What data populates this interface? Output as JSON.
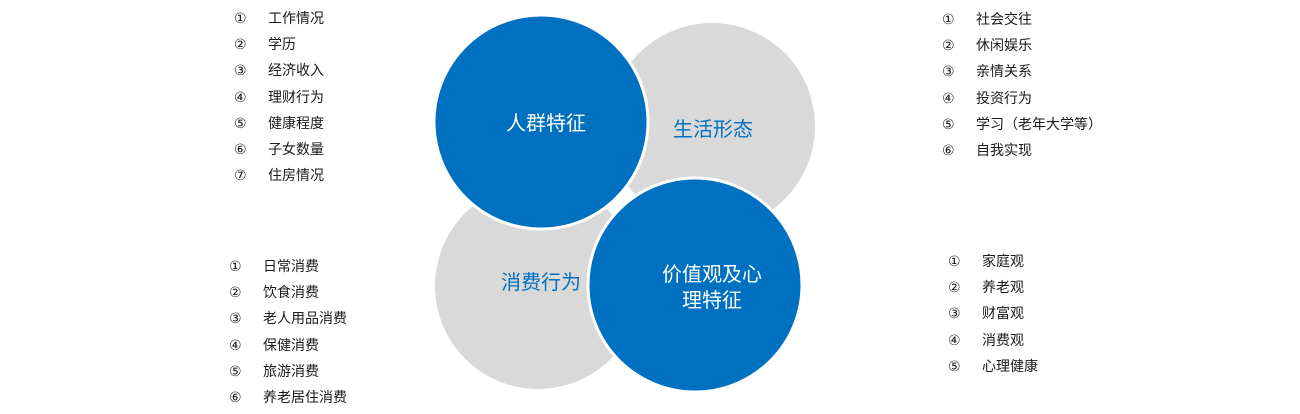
{
  "circles": {
    "crowd": {
      "label": "人群特征",
      "fill": "#0070C0",
      "text_color": "#ffffff"
    },
    "lifestyle": {
      "label": "生活形态",
      "fill": "#D9D9D9",
      "text_color": "#0070C0"
    },
    "consumption": {
      "label": "消费行为",
      "fill": "#D9D9D9",
      "text_color": "#0070C0"
    },
    "values": {
      "label_line1": "价值观及心",
      "label_line2": "理特征",
      "fill": "#0070C0",
      "text_color": "#ffffff"
    }
  },
  "lists": {
    "top_left": [
      {
        "num": "①",
        "text": "工作情况"
      },
      {
        "num": "②",
        "text": "学历"
      },
      {
        "num": "③",
        "text": "经济收入"
      },
      {
        "num": "④",
        "text": "理财行为"
      },
      {
        "num": "⑤",
        "text": "健康程度"
      },
      {
        "num": "⑥",
        "text": "子女数量"
      },
      {
        "num": "⑦",
        "text": "住房情况"
      }
    ],
    "top_right": [
      {
        "num": "①",
        "text": "社会交往"
      },
      {
        "num": "②",
        "text": "休闲娱乐"
      },
      {
        "num": "③",
        "text": "亲情关系"
      },
      {
        "num": "④",
        "text": "投资行为"
      },
      {
        "num": "⑤",
        "text": "学习（老年大学等）"
      },
      {
        "num": "⑥",
        "text": "自我实现"
      }
    ],
    "bottom_left": [
      {
        "num": "①",
        "text": "日常消费"
      },
      {
        "num": "②",
        "text": "饮食消费"
      },
      {
        "num": "③",
        "text": "老人用品消费"
      },
      {
        "num": "④",
        "text": "保健消费"
      },
      {
        "num": "⑤",
        "text": "旅游消费"
      },
      {
        "num": "⑥",
        "text": "养老居住消费"
      }
    ],
    "bottom_right": [
      {
        "num": "①",
        "text": "家庭观"
      },
      {
        "num": "②",
        "text": "养老观"
      },
      {
        "num": "③",
        "text": "财富观"
      },
      {
        "num": "④",
        "text": "消费观"
      },
      {
        "num": "⑤",
        "text": "心理健康"
      }
    ]
  }
}
